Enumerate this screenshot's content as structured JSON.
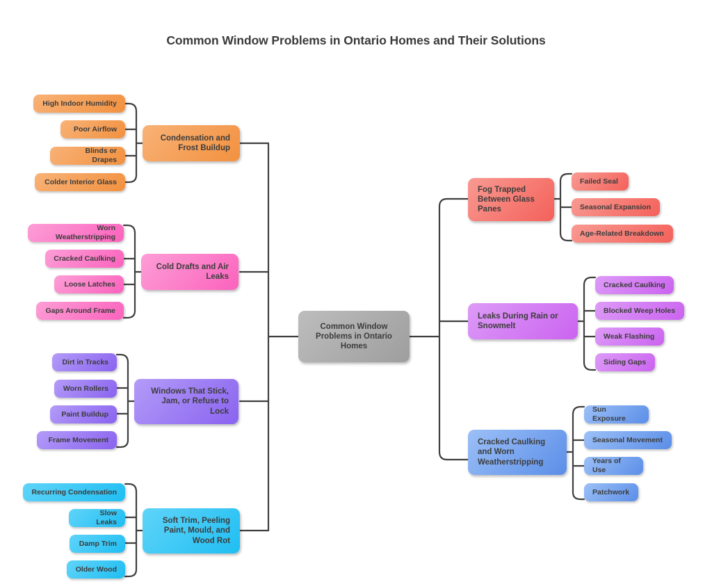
{
  "page": {
    "title": "Common Window Problems in Ontario Homes and Their Solutions",
    "background": "#ffffff",
    "line_color": "#3f3f3f",
    "text_color": "#3c3c3c"
  },
  "root": {
    "label": "Common Window Problems in Ontario Homes",
    "color": "#9e9e9e"
  },
  "branches": [
    {
      "id": "condensation",
      "side": "left",
      "label": "Condensation and Frost Buildup",
      "color": "#f2913f",
      "palette": "c-orange",
      "leaves": [
        {
          "label": "High Indoor Humidity"
        },
        {
          "label": "Poor Airflow"
        },
        {
          "label": "Blinds or Drapes"
        },
        {
          "label": "Colder Interior Glass"
        }
      ]
    },
    {
      "id": "drafts",
      "side": "left",
      "label": "Cold Drafts and Air Leaks",
      "color": "#fb62bd",
      "palette": "c-pink",
      "leaves": [
        {
          "label": "Worn Weatherstripping"
        },
        {
          "label": "Cracked Caulking"
        },
        {
          "label": "Loose Latches"
        },
        {
          "label": "Gaps Around Frame"
        }
      ]
    },
    {
      "id": "sticking",
      "side": "left",
      "label": "Windows That Stick, Jam, or Refuse to Lock",
      "color": "#8a63f0",
      "palette": "c-purple",
      "leaves": [
        {
          "label": "Dirt in Tracks"
        },
        {
          "label": "Worn Rollers"
        },
        {
          "label": "Paint Buildup"
        },
        {
          "label": "Frame Movement"
        }
      ]
    },
    {
      "id": "softtrim",
      "side": "left",
      "label": "Soft Trim, Peeling Paint, Mould, and Wood Rot",
      "color": "#1fbef2",
      "palette": "c-cyan",
      "leaves": [
        {
          "label": "Recurring Condensation"
        },
        {
          "label": "Slow Leaks"
        },
        {
          "label": "Damp Trim"
        },
        {
          "label": "Older Wood"
        }
      ]
    },
    {
      "id": "fog",
      "side": "right",
      "label": "Fog Trapped Between Glass Panes",
      "color": "#f4615a",
      "palette": "c-red",
      "leaves": [
        {
          "label": "Failed Seal"
        },
        {
          "label": "Seasonal Expansion"
        },
        {
          "label": "Age-Related Breakdown"
        }
      ]
    },
    {
      "id": "leaks",
      "side": "right",
      "label": "Leaks During Rain or Snowmelt",
      "color": "#cb63f0",
      "palette": "c-orchid",
      "leaves": [
        {
          "label": "Cracked Caulking"
        },
        {
          "label": "Blocked Weep Holes"
        },
        {
          "label": "Weak Flashing"
        },
        {
          "label": "Siding Gaps"
        }
      ]
    },
    {
      "id": "caulking",
      "side": "right",
      "label": "Cracked Caulking and Worn Weatherstripping",
      "color": "#5b8ee8",
      "palette": "c-blue",
      "leaves": [
        {
          "label": "Sun Exposure"
        },
        {
          "label": "Seasonal Movement"
        },
        {
          "label": "Years of Use"
        },
        {
          "label": "Patchwork"
        }
      ]
    }
  ]
}
